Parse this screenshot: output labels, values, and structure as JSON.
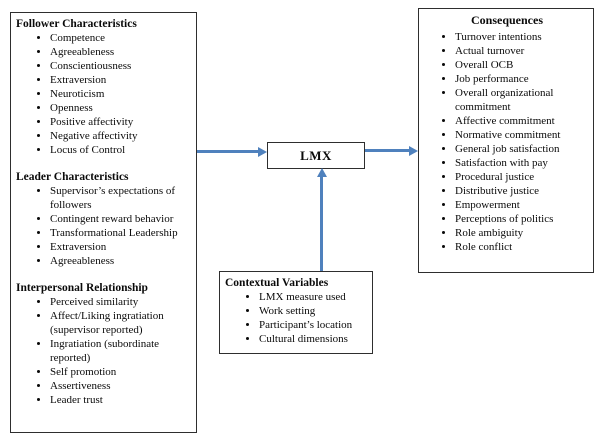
{
  "diagram": {
    "boxes": {
      "follower": {
        "title": "Follower Characteristics",
        "items": [
          "Competence",
          "Agreeableness",
          "Conscientiousness",
          "Extraversion",
          "Neuroticism",
          "Openness",
          "Positive affectivity",
          "Negative affectivity",
          "Locus of Control"
        ]
      },
      "leader": {
        "title": "Leader Characteristics",
        "items": [
          "Supervisor’s expectations of followers",
          "Contingent reward behavior",
          "Transformational Leadership",
          "Extraversion",
          "Agreeableness"
        ]
      },
      "interpersonal": {
        "title": "Interpersonal Relationship",
        "items": [
          "Perceived similarity",
          "Affect/Liking ingratiation (supervisor reported)",
          "Ingratiation (subordinate reported)",
          "Self promotion",
          "Assertiveness",
          "Leader trust"
        ]
      },
      "lmx": {
        "title": "LMX"
      },
      "contextual": {
        "title": "Contextual Variables",
        "items": [
          "LMX measure used",
          "Work setting",
          "Participant’s location",
          "Cultural dimensions"
        ]
      },
      "consequences": {
        "title": "Consequences",
        "items": [
          "Turnover intentions",
          "Actual turnover",
          "Overall OCB",
          "Job performance",
          "Overall organizational commitment",
          "Affective commitment",
          "Normative commitment",
          "General job satisfaction",
          "Satisfaction with pay",
          "Procedural justice",
          "Distributive justice",
          "Empowerment",
          "Perceptions of politics",
          "Role ambiguity",
          "Role conflict"
        ]
      }
    },
    "arrows": [
      {
        "from": "antecedents",
        "to": "lmx",
        "direction": "right"
      },
      {
        "from": "lmx",
        "to": "consequences",
        "direction": "right"
      },
      {
        "from": "contextual",
        "to": "lmx",
        "direction": "up"
      }
    ],
    "colors": {
      "arrow": "#4f81bd",
      "border": "#2e2e2e",
      "background": "#ffffff",
      "text": "#0a0a0a"
    }
  }
}
